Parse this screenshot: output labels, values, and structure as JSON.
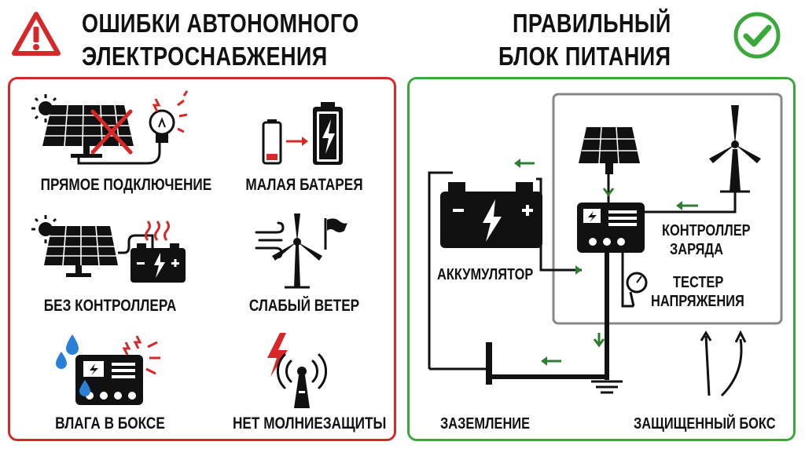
{
  "left": {
    "title_line1": "ОШИБКИ АВТОНОМНОГО",
    "title_line2": "ЭЛЕКТРОСНАБЖЕНИЯ",
    "items": [
      {
        "label": "ПРЯМОЕ ПОДКЛЮЧЕНИЕ"
      },
      {
        "label": "МАЛАЯ БАТАРЕЯ"
      },
      {
        "label": "БЕЗ КОНТРОЛЛЕРА"
      },
      {
        "label": "СЛАБЫЙ ВЕТЕР"
      },
      {
        "label": "ВЛАГА В БОКСЕ"
      },
      {
        "label": "НЕТ МОЛНИЕЗАЩИТЫ"
      }
    ]
  },
  "right": {
    "title_line1": "ПРАВИЛЬНЫЙ",
    "title_line2": "БЛОК ПИТАНИЯ",
    "labels": {
      "battery": "АККУМУЛЯТОР",
      "controller_line1": "КОНТРОЛЛЕР",
      "controller_line2": "ЗАРЯДА",
      "tester_line1": "ТЕСТЕР",
      "tester_line2": "НАПРЯЖЕНИЯ",
      "ground": "ЗАЗЕМЛЕНИЕ",
      "box": "ЗАЩИЩЕННЫЙ БОКС"
    }
  },
  "colors": {
    "warning_red": "#d62828",
    "ok_green": "#3aa83a",
    "ink": "#111111",
    "arrow_green": "#2e7d32"
  },
  "icons": [
    "warning-triangle-icon",
    "check-circle-icon"
  ]
}
